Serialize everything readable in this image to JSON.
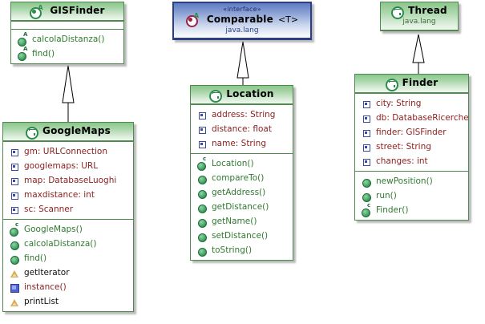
{
  "diagram": {
    "kind": "uml-class-diagram",
    "background": "#ffffff",
    "colors": {
      "class_header_green": "#8cc68c",
      "class_border_green": "#4f8a4f",
      "interface_header_blue": "#5f7ac0",
      "interface_border_blue": "#2b3f87",
      "field_text": "#8b2222",
      "method_text": "#2f7a2f",
      "package_text_green": "#3c6b3c",
      "package_text_blue": "#2b3f87",
      "interface_icon": "#9c2245"
    }
  },
  "classes": {
    "gisfinder": {
      "name": "GISFinder",
      "icon": "abstract-class-icon",
      "stereotype": "",
      "package": "",
      "attributes": [],
      "operations": [
        {
          "label": "calcolaDistanza()",
          "icon": "abstract-method-icon"
        },
        {
          "label": "find()",
          "icon": "abstract-method-icon"
        }
      ]
    },
    "googlemaps": {
      "name": "GoogleMaps",
      "icon": "class-icon",
      "stereotype": "",
      "package": "",
      "attributes": [
        {
          "label": "gm: URLConnection",
          "icon": "field-icon"
        },
        {
          "label": "googlemaps: URL",
          "icon": "field-icon"
        },
        {
          "label": "map: DatabaseLuoghi",
          "icon": "field-icon"
        },
        {
          "label": "maxdistance: int",
          "icon": "field-icon"
        },
        {
          "label": "sc: Scanner",
          "icon": "field-icon"
        }
      ],
      "operations": [
        {
          "label": "GoogleMaps()",
          "icon": "constructor-icon"
        },
        {
          "label": "calcolaDistanza()",
          "icon": "method-icon"
        },
        {
          "label": "find()",
          "icon": "method-icon"
        },
        {
          "label": "getIterator",
          "icon": "triangle-icon"
        },
        {
          "label": "instance()",
          "icon": "static-field-icon"
        },
        {
          "label": "printList",
          "icon": "triangle-icon"
        }
      ]
    },
    "comparable": {
      "name": "Comparable",
      "generic": "<T>",
      "icon": "interface-icon",
      "stereotype": "«interface»",
      "package": "java.lang",
      "attributes": [],
      "operations": []
    },
    "location": {
      "name": "Location",
      "icon": "class-icon",
      "stereotype": "",
      "package": "",
      "attributes": [
        {
          "label": "address: String",
          "icon": "field-icon"
        },
        {
          "label": "distance: float",
          "icon": "field-icon"
        },
        {
          "label": "name: String",
          "icon": "field-icon"
        }
      ],
      "operations": [
        {
          "label": "Location()",
          "icon": "constructor-icon"
        },
        {
          "label": "compareTo()",
          "icon": "method-icon"
        },
        {
          "label": "getAddress()",
          "icon": "method-icon"
        },
        {
          "label": "getDistance()",
          "icon": "method-icon"
        },
        {
          "label": "getName()",
          "icon": "method-icon"
        },
        {
          "label": "setDistance()",
          "icon": "method-icon"
        },
        {
          "label": "toString()",
          "icon": "method-icon"
        }
      ]
    },
    "thread": {
      "name": "Thread",
      "icon": "class-icon",
      "stereotype": "",
      "package": "java.lang",
      "attributes": [],
      "operations": []
    },
    "finder": {
      "name": "Finder",
      "icon": "class-icon",
      "stereotype": "",
      "package": "",
      "attributes": [
        {
          "label": "city: String",
          "icon": "field-icon"
        },
        {
          "label": "db: DatabaseRicerche",
          "icon": "field-icon"
        },
        {
          "label": "finder: GISFinder",
          "icon": "field-icon"
        },
        {
          "label": "street: String",
          "icon": "field-icon"
        },
        {
          "label": "changes: int",
          "icon": "field-icon"
        }
      ],
      "operations": [
        {
          "label": "newPosition()",
          "icon": "method-icon"
        },
        {
          "label": "run()",
          "icon": "method-icon"
        },
        {
          "label": "Finder()",
          "icon": "constructor-icon"
        }
      ]
    }
  },
  "relations": [
    {
      "from": "GoogleMaps",
      "to": "GISFinder",
      "type": "generalization"
    },
    {
      "from": "Location",
      "to": "Comparable",
      "type": "realization"
    },
    {
      "from": "Finder",
      "to": "Thread",
      "type": "generalization"
    }
  ]
}
